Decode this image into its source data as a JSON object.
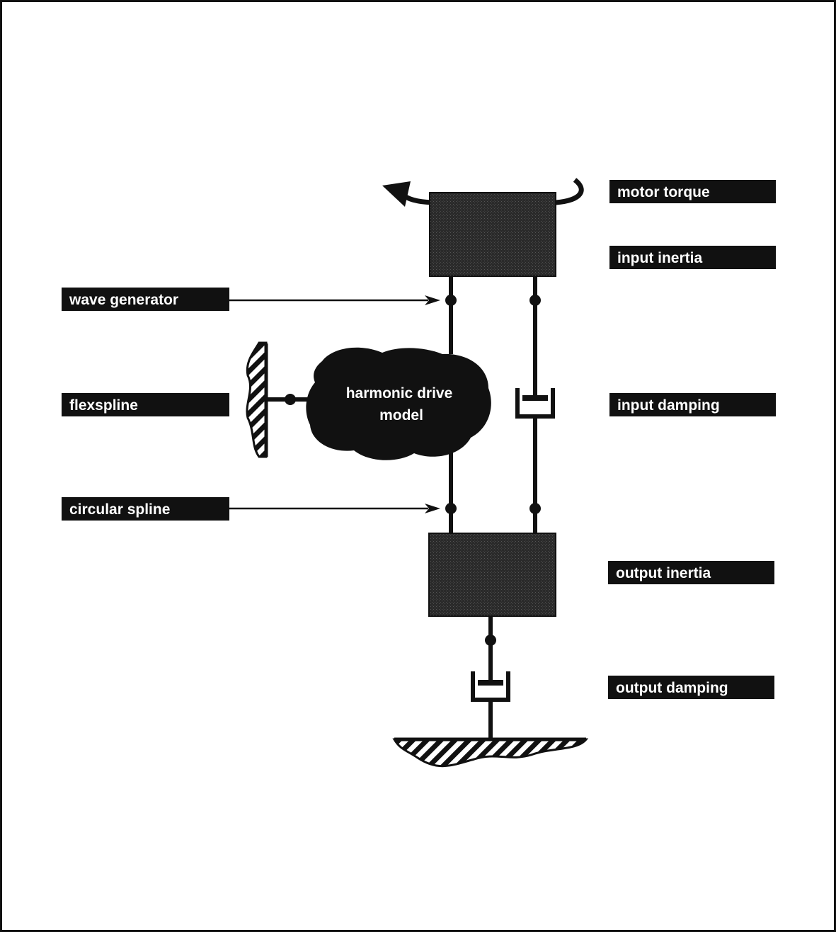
{
  "labels": {
    "motor_torque": "motor torque",
    "input_inertia": "input inertia",
    "wave_generator": "wave generator",
    "flexspline": "flexspline",
    "input_damping": "input damping",
    "circular_spline": "circular spline",
    "output_inertia": "output inertia",
    "output_damping": "output damping",
    "harmonic_drive_line1": "harmonic drive",
    "harmonic_drive_line2": "model"
  },
  "colors": {
    "ink": "#111111",
    "label_background": "#111111",
    "label_text": "#ffffff",
    "inertia_fill": "#2e2e2e",
    "background": "#ffffff"
  }
}
